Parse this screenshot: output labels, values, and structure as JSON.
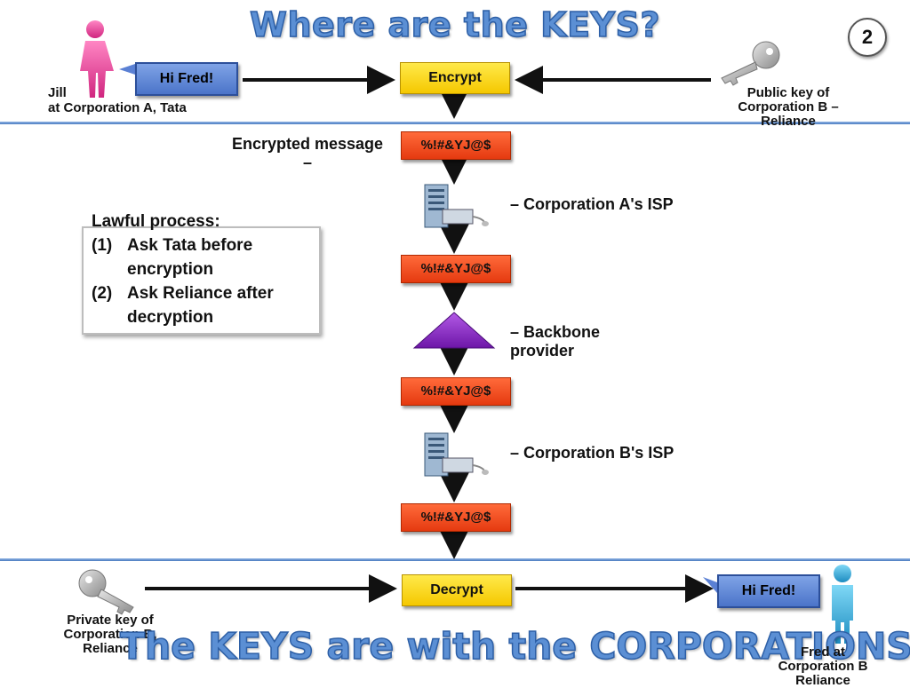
{
  "title": "Where are the KEYS?",
  "slide_number": "2",
  "bottom_title": "The KEYS are with the CORPORATIONS",
  "top_row": {
    "sender_bubble": "Hi Fred!",
    "sender_label_line1": "Jill",
    "sender_label_line2": "at Corporation A, Tata",
    "encrypt_label": "Encrypt",
    "public_key_label_line1": "Public key of",
    "public_key_label_line2": "Corporation B –",
    "public_key_label_line3": "Reliance"
  },
  "flow": {
    "ciphertext": "%!#&YJ@$",
    "encrypted_message_label": "Encrypted message",
    "encrypted_message_dash": "–",
    "isp_a_label": "– Corporation A's ISP",
    "backbone_label_line1": "– Backbone",
    "backbone_label_line2": "provider",
    "isp_b_label": "– Corporation B's ISP"
  },
  "lawful_process": {
    "heading": "Lawful process:",
    "items": [
      {
        "num": "(1)",
        "line1": "Ask Tata before",
        "line2": "encryption"
      },
      {
        "num": "(2)",
        "line1": "Ask Reliance after",
        "line2": "decryption"
      }
    ]
  },
  "bottom_row": {
    "decrypt_label": "Decrypt",
    "recipient_bubble": "Hi Fred!",
    "private_key_label_line1": "Private key of",
    "private_key_label_line2": "Corporation B,",
    "private_key_label_line3": "Reliance",
    "recipient_label_line1": "Fred at",
    "recipient_label_line2": "Corporation B",
    "recipient_label_line3": "Reliance"
  },
  "colors": {
    "title_blue": "#5b8fd4",
    "bubble_blue": "#4b74c9",
    "encrypt_yellow": "#ffd800",
    "cipher_orange": "#ef4a1c",
    "backbone_purple": "#8b2fc9",
    "jill_pink": "#e8479a",
    "fred_cyan": "#2aa8d8"
  }
}
